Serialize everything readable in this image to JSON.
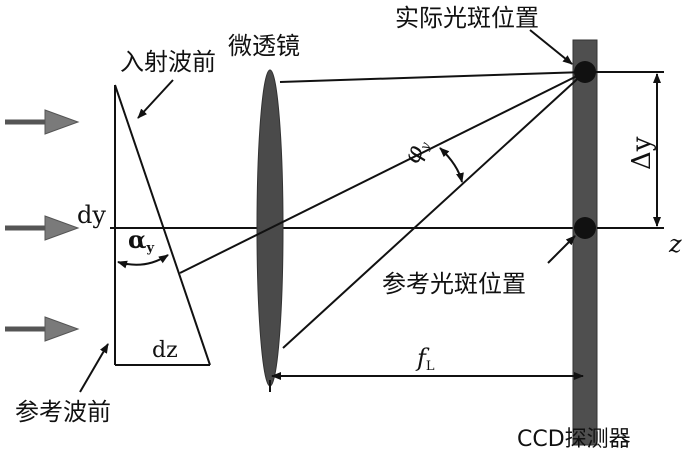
{
  "labels": {
    "incident_wavefront": "入射波前",
    "microlens": "微透镜",
    "actual_spot": "实际光斑位置",
    "reference_spot": "参考光斑位置",
    "reference_wavefront": "参考波前",
    "ccd_detector": "CCD探测器",
    "dy": "dy",
    "dz": "dz",
    "alpha_y": "α",
    "alpha_y_sub": "y",
    "phi_y": "φ",
    "phi_y_sub": "y",
    "delta_y": "Δy",
    "z_axis": "z",
    "focal_length": "f",
    "focal_length_sub": "L"
  },
  "colors": {
    "line": "#111111",
    "arrow_fill": "#7a7a7a",
    "lens_fill": "#4a4a4a",
    "detector_fill": "#4f4f4f",
    "spot_fill": "#111111"
  }
}
